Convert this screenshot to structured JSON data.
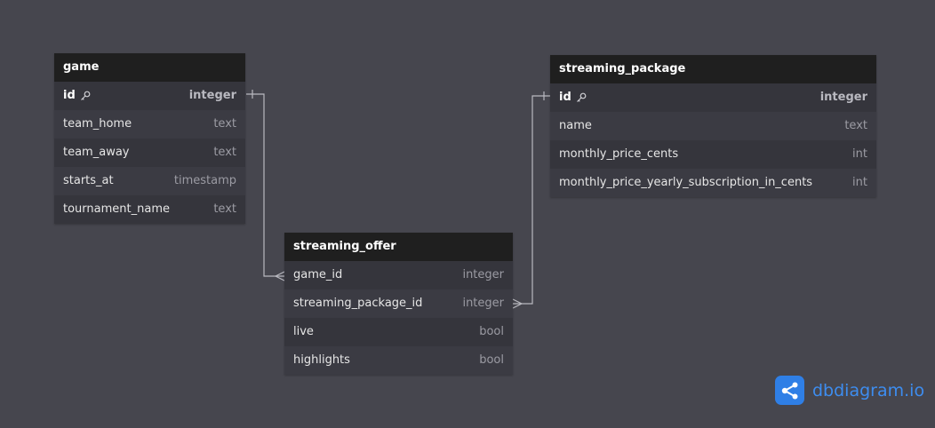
{
  "brand": {
    "name": "dbdiagram.io",
    "logo_icon": "share-nodes-icon",
    "color": "#2f7fe6"
  },
  "tables": {
    "game": {
      "title": "game",
      "columns": [
        {
          "name": "id",
          "type": "integer",
          "pk": true
        },
        {
          "name": "team_home",
          "type": "text"
        },
        {
          "name": "team_away",
          "type": "text"
        },
        {
          "name": "starts_at",
          "type": "timestamp"
        },
        {
          "name": "tournament_name",
          "type": "text"
        }
      ]
    },
    "streaming_package": {
      "title": "streaming_package",
      "columns": [
        {
          "name": "id",
          "type": "integer",
          "pk": true
        },
        {
          "name": "name",
          "type": "text"
        },
        {
          "name": "monthly_price_cents",
          "type": "int"
        },
        {
          "name": "monthly_price_yearly_subscription_in_cents",
          "type": "int"
        }
      ]
    },
    "streaming_offer": {
      "title": "streaming_offer",
      "columns": [
        {
          "name": "game_id",
          "type": "integer"
        },
        {
          "name": "streaming_package_id",
          "type": "integer"
        },
        {
          "name": "live",
          "type": "bool"
        },
        {
          "name": "highlights",
          "type": "bool"
        }
      ]
    }
  },
  "relations": [
    {
      "from": "game.id",
      "to": "streaming_offer.game_id",
      "cardinality": "one-to-many"
    },
    {
      "from": "streaming_package.id",
      "to": "streaming_offer.streaming_package_id",
      "cardinality": "one-to-many"
    }
  ]
}
